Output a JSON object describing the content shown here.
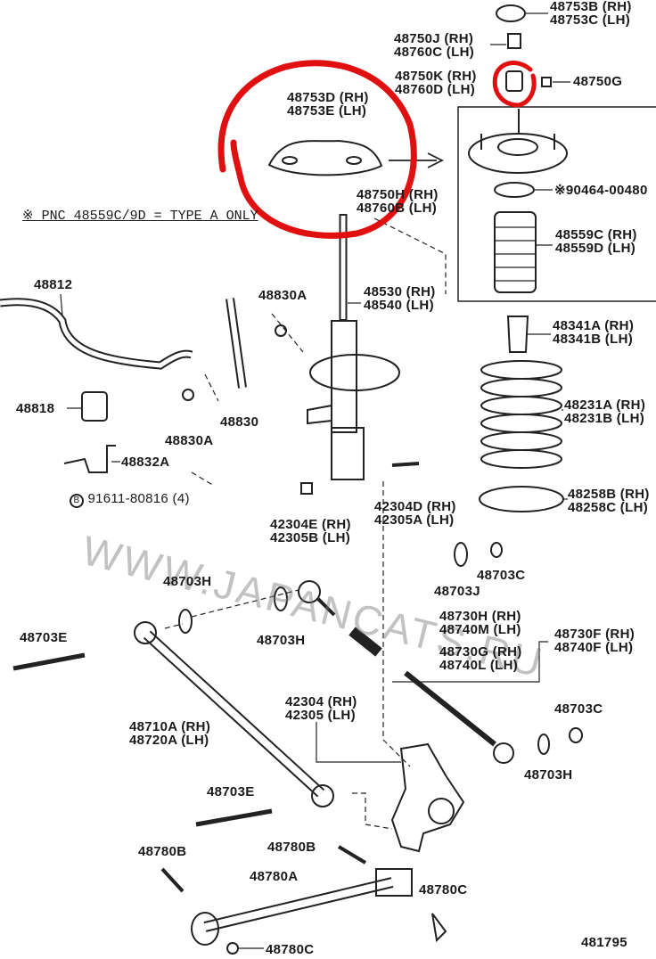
{
  "diagram": {
    "note": "※ PNC 48559C/9D = TYPE A ONLY",
    "watermark": "WWW.JAPANCATS.RU",
    "figure_number": "481795",
    "highlight_color": "#e01010",
    "labels": {
      "p48753B": [
        "48753B (RH)",
        "48753C (LH)"
      ],
      "p48750J": [
        "48750J (RH)",
        "48760C (LH)"
      ],
      "p48750K": [
        "48750K (RH)",
        "48760D (LH)"
      ],
      "p48750G": "48750G",
      "p48753D": [
        "48753D (RH)",
        "48753E (LH)"
      ],
      "p48750H": [
        "48750H (RH)",
        "48760B (LH)"
      ],
      "p90464": "※90464-00480",
      "p48559C": [
        "48559C (RH)",
        "48559D (LH)"
      ],
      "p48812": "48812",
      "p48830A_top": "48830A",
      "p48530": [
        "48530 (RH)",
        "48540 (LH)"
      ],
      "p48341A": [
        "48341A (RH)",
        "48341B (LH)"
      ],
      "p48818": "48818",
      "p48830": "48830",
      "p48830A_bottom": "48830A",
      "p48231A": [
        "48231A (RH)",
        "48231B (LH)"
      ],
      "p48832A": "48832A",
      "p91611": "91611-80816 (4)",
      "p91611_marker": "B",
      "p42304D": [
        "42304D (RH)",
        "42305A (LH)"
      ],
      "p48258B": [
        "48258B (RH)",
        "48258C (LH)"
      ],
      "p42304E": [
        "42304E (RH)",
        "42305B (LH)"
      ],
      "p48703C_top": "48703C",
      "p48703J": "48703J",
      "p48703H_left": "48703H",
      "p48703H_mid": "48703H",
      "p48730H": [
        "48730H (RH)",
        "48740M (LH)"
      ],
      "p48730F": [
        "48730F (RH)",
        "48740F (LH)"
      ],
      "p48730G": [
        "48730G (RH)",
        "48740L (LH)"
      ],
      "p48703E_left": "48703E",
      "p42304": [
        "42304 (RH)",
        "42305 (LH)"
      ],
      "p48703C_right": "48703C",
      "p48710A": [
        "48710A (RH)",
        "48720A (LH)"
      ],
      "p48703H_right": "48703H",
      "p48703E_bottom": "48703E",
      "p48780B_right": "48780B",
      "p48780B_left": "48780B",
      "p48780A": "48780A",
      "p48780C_right": "48780C",
      "p48780C_bottom": "48780C"
    }
  }
}
